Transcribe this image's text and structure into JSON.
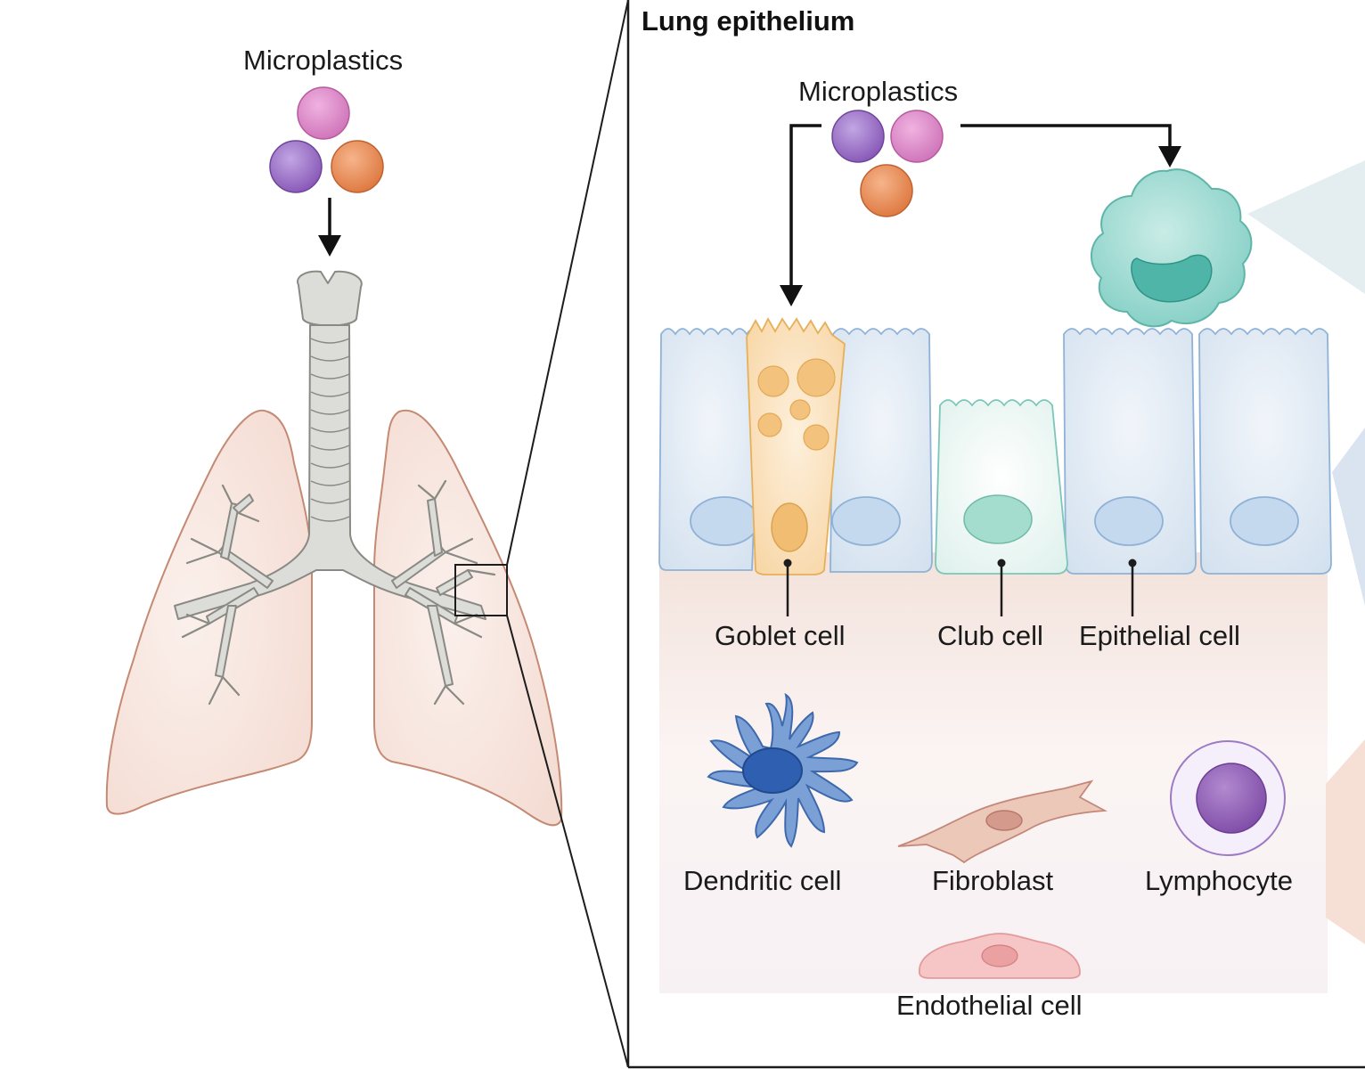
{
  "left_panel": {
    "microplastics_label": "Microplastics"
  },
  "right_panel": {
    "title": "Lung epithelium",
    "microplastics_label": "Microplastics",
    "cells": {
      "goblet": "Goblet cell",
      "club": "Club cell",
      "epithelial": "Epithelial cell",
      "dendritic": "Dendritic cell",
      "fibroblast": "Fibroblast",
      "lymphocyte": "Lymphocyte",
      "endothelial": "Endothelial cell"
    }
  },
  "colors": {
    "particle_pink": "#d77fc0",
    "particle_purple": "#9166bd",
    "particle_orange": "#e58651",
    "lung": "#f6e1d9",
    "lung_outline": "#c0866f",
    "airway": "#dcdcd8",
    "epithelium": "#dbe6f2",
    "goblet": "#f9dcae",
    "club": "#eef8f5",
    "macrophage": "#93d6cd",
    "dendritic": "#6b93cf",
    "fibroblast": "#e8c3b3",
    "lymphocyte": "#8f5db2",
    "endothelial": "#f1b7b8"
  }
}
